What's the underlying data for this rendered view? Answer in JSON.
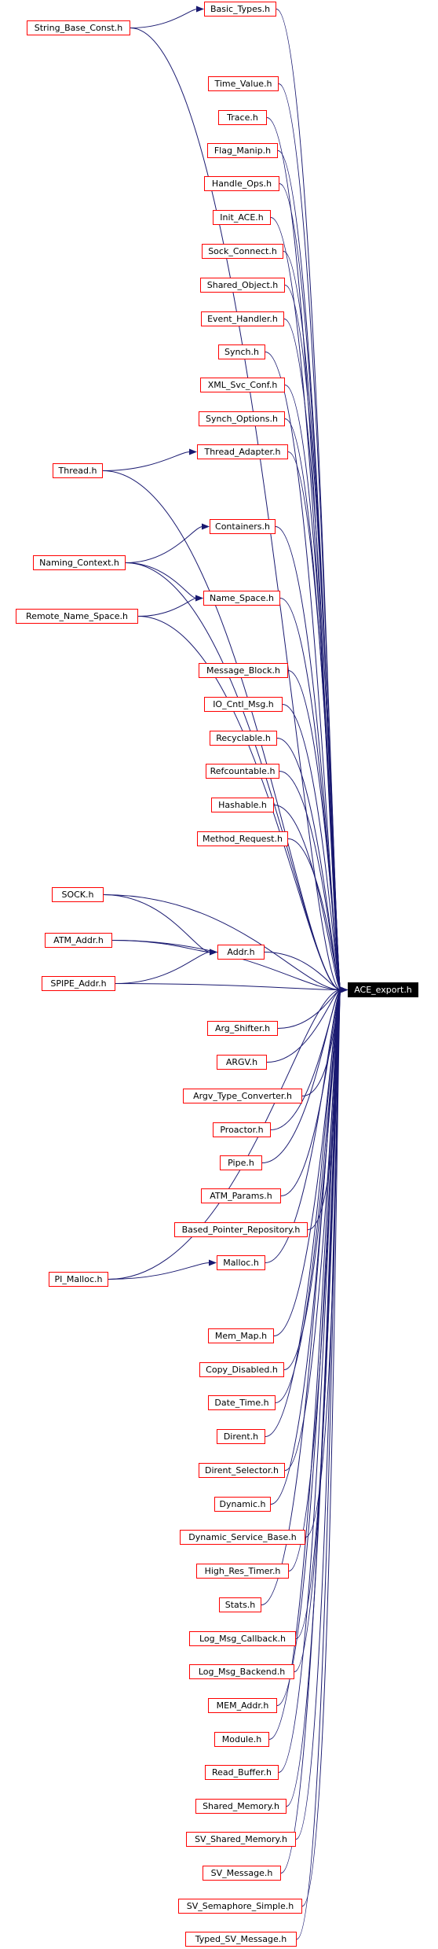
{
  "diagram": {
    "target": {
      "id": "ace_export",
      "label": "ACE_export.h"
    },
    "nodes": [
      {
        "id": "basic_types",
        "label": "Basic_Types.h"
      },
      {
        "id": "string_base_const",
        "label": "String_Base_Const.h"
      },
      {
        "id": "time_value",
        "label": "Time_Value.h"
      },
      {
        "id": "trace",
        "label": "Trace.h"
      },
      {
        "id": "flag_manip",
        "label": "Flag_Manip.h"
      },
      {
        "id": "handle_ops",
        "label": "Handle_Ops.h"
      },
      {
        "id": "init_ace",
        "label": "Init_ACE.h"
      },
      {
        "id": "sock_connect",
        "label": "Sock_Connect.h"
      },
      {
        "id": "shared_object",
        "label": "Shared_Object.h"
      },
      {
        "id": "event_handler",
        "label": "Event_Handler.h"
      },
      {
        "id": "synch",
        "label": "Synch.h"
      },
      {
        "id": "xml_svc_conf",
        "label": "XML_Svc_Conf.h"
      },
      {
        "id": "synch_options",
        "label": "Synch_Options.h"
      },
      {
        "id": "thread_adapter",
        "label": "Thread_Adapter.h"
      },
      {
        "id": "thread",
        "label": "Thread.h"
      },
      {
        "id": "containers",
        "label": "Containers.h"
      },
      {
        "id": "naming_context",
        "label": "Naming_Context.h"
      },
      {
        "id": "name_space",
        "label": "Name_Space.h"
      },
      {
        "id": "remote_name_space",
        "label": "Remote_Name_Space.h"
      },
      {
        "id": "message_block",
        "label": "Message_Block.h"
      },
      {
        "id": "io_cntl_msg",
        "label": "IO_Cntl_Msg.h"
      },
      {
        "id": "recyclable",
        "label": "Recyclable.h"
      },
      {
        "id": "refcountable",
        "label": "Refcountable.h"
      },
      {
        "id": "hashable",
        "label": "Hashable.h"
      },
      {
        "id": "method_request",
        "label": "Method_Request.h"
      },
      {
        "id": "sock",
        "label": "SOCK.h"
      },
      {
        "id": "atm_addr",
        "label": "ATM_Addr.h"
      },
      {
        "id": "addr",
        "label": "Addr.h"
      },
      {
        "id": "spipe_addr",
        "label": "SPIPE_Addr.h"
      },
      {
        "id": "arg_shifter",
        "label": "Arg_Shifter.h"
      },
      {
        "id": "argv",
        "label": "ARGV.h"
      },
      {
        "id": "argv_type_converter",
        "label": "Argv_Type_Converter.h"
      },
      {
        "id": "proactor",
        "label": "Proactor.h"
      },
      {
        "id": "pipe",
        "label": "Pipe.h"
      },
      {
        "id": "atm_params",
        "label": "ATM_Params.h"
      },
      {
        "id": "based_pointer_repository",
        "label": "Based_Pointer_Repository.h"
      },
      {
        "id": "malloc",
        "label": "Malloc.h"
      },
      {
        "id": "pi_malloc",
        "label": "PI_Malloc.h"
      },
      {
        "id": "mem_map",
        "label": "Mem_Map.h"
      },
      {
        "id": "copy_disabled",
        "label": "Copy_Disabled.h"
      },
      {
        "id": "date_time",
        "label": "Date_Time.h"
      },
      {
        "id": "dirent",
        "label": "Dirent.h"
      },
      {
        "id": "dirent_selector",
        "label": "Dirent_Selector.h"
      },
      {
        "id": "dynamic",
        "label": "Dynamic.h"
      },
      {
        "id": "dynamic_service_base",
        "label": "Dynamic_Service_Base.h"
      },
      {
        "id": "high_res_timer",
        "label": "High_Res_Timer.h"
      },
      {
        "id": "stats",
        "label": "Stats.h"
      },
      {
        "id": "log_msg_callback",
        "label": "Log_Msg_Callback.h"
      },
      {
        "id": "log_msg_backend",
        "label": "Log_Msg_Backend.h"
      },
      {
        "id": "mem_addr",
        "label": "MEM_Addr.h"
      },
      {
        "id": "module",
        "label": "Module.h"
      },
      {
        "id": "read_buffer",
        "label": "Read_Buffer.h"
      },
      {
        "id": "shared_memory",
        "label": "Shared_Memory.h"
      },
      {
        "id": "sv_shared_memory",
        "label": "SV_Shared_Memory.h"
      },
      {
        "id": "sv_message",
        "label": "SV_Message.h"
      },
      {
        "id": "sv_semaphore_simple",
        "label": "SV_Semaphore_Simple.h"
      },
      {
        "id": "typed_sv_message",
        "label": "Typed_SV_Message.h"
      }
    ],
    "edges": [
      [
        "string_base_const",
        "basic_types"
      ],
      [
        "thread",
        "thread_adapter"
      ],
      [
        "naming_context",
        "containers"
      ],
      [
        "naming_context",
        "name_space"
      ],
      [
        "remote_name_space",
        "name_space"
      ],
      [
        "sock",
        "addr"
      ],
      [
        "atm_addr",
        "addr"
      ],
      [
        "spipe_addr",
        "addr"
      ],
      [
        "pi_malloc",
        "malloc"
      ],
      [
        "basic_types",
        "ace_export"
      ],
      [
        "string_base_const",
        "ace_export"
      ],
      [
        "time_value",
        "ace_export"
      ],
      [
        "trace",
        "ace_export"
      ],
      [
        "flag_manip",
        "ace_export"
      ],
      [
        "handle_ops",
        "ace_export"
      ],
      [
        "init_ace",
        "ace_export"
      ],
      [
        "sock_connect",
        "ace_export"
      ],
      [
        "shared_object",
        "ace_export"
      ],
      [
        "event_handler",
        "ace_export"
      ],
      [
        "synch",
        "ace_export"
      ],
      [
        "xml_svc_conf",
        "ace_export"
      ],
      [
        "synch_options",
        "ace_export"
      ],
      [
        "thread_adapter",
        "ace_export"
      ],
      [
        "thread",
        "ace_export"
      ],
      [
        "containers",
        "ace_export"
      ],
      [
        "naming_context",
        "ace_export"
      ],
      [
        "name_space",
        "ace_export"
      ],
      [
        "remote_name_space",
        "ace_export"
      ],
      [
        "message_block",
        "ace_export"
      ],
      [
        "io_cntl_msg",
        "ace_export"
      ],
      [
        "recyclable",
        "ace_export"
      ],
      [
        "refcountable",
        "ace_export"
      ],
      [
        "hashable",
        "ace_export"
      ],
      [
        "method_request",
        "ace_export"
      ],
      [
        "sock",
        "ace_export"
      ],
      [
        "atm_addr",
        "ace_export"
      ],
      [
        "addr",
        "ace_export"
      ],
      [
        "spipe_addr",
        "ace_export"
      ],
      [
        "arg_shifter",
        "ace_export"
      ],
      [
        "argv",
        "ace_export"
      ],
      [
        "argv_type_converter",
        "ace_export"
      ],
      [
        "proactor",
        "ace_export"
      ],
      [
        "pipe",
        "ace_export"
      ],
      [
        "atm_params",
        "ace_export"
      ],
      [
        "based_pointer_repository",
        "ace_export"
      ],
      [
        "malloc",
        "ace_export"
      ],
      [
        "pi_malloc",
        "ace_export"
      ],
      [
        "mem_map",
        "ace_export"
      ],
      [
        "copy_disabled",
        "ace_export"
      ],
      [
        "date_time",
        "ace_export"
      ],
      [
        "dirent",
        "ace_export"
      ],
      [
        "dirent_selector",
        "ace_export"
      ],
      [
        "dynamic",
        "ace_export"
      ],
      [
        "dynamic_service_base",
        "ace_export"
      ],
      [
        "high_res_timer",
        "ace_export"
      ],
      [
        "stats",
        "ace_export"
      ],
      [
        "log_msg_callback",
        "ace_export"
      ],
      [
        "log_msg_backend",
        "ace_export"
      ],
      [
        "mem_addr",
        "ace_export"
      ],
      [
        "module",
        "ace_export"
      ],
      [
        "read_buffer",
        "ace_export"
      ],
      [
        "shared_memory",
        "ace_export"
      ],
      [
        "sv_shared_memory",
        "ace_export"
      ],
      [
        "sv_message",
        "ace_export"
      ],
      [
        "sv_semaphore_simple",
        "ace_export"
      ],
      [
        "typed_sv_message",
        "ace_export"
      ]
    ],
    "colors": {
      "edge": "#191970",
      "node_border": "#ff0000",
      "target_fill": "#000000",
      "target_text": "#ffffff"
    }
  }
}
